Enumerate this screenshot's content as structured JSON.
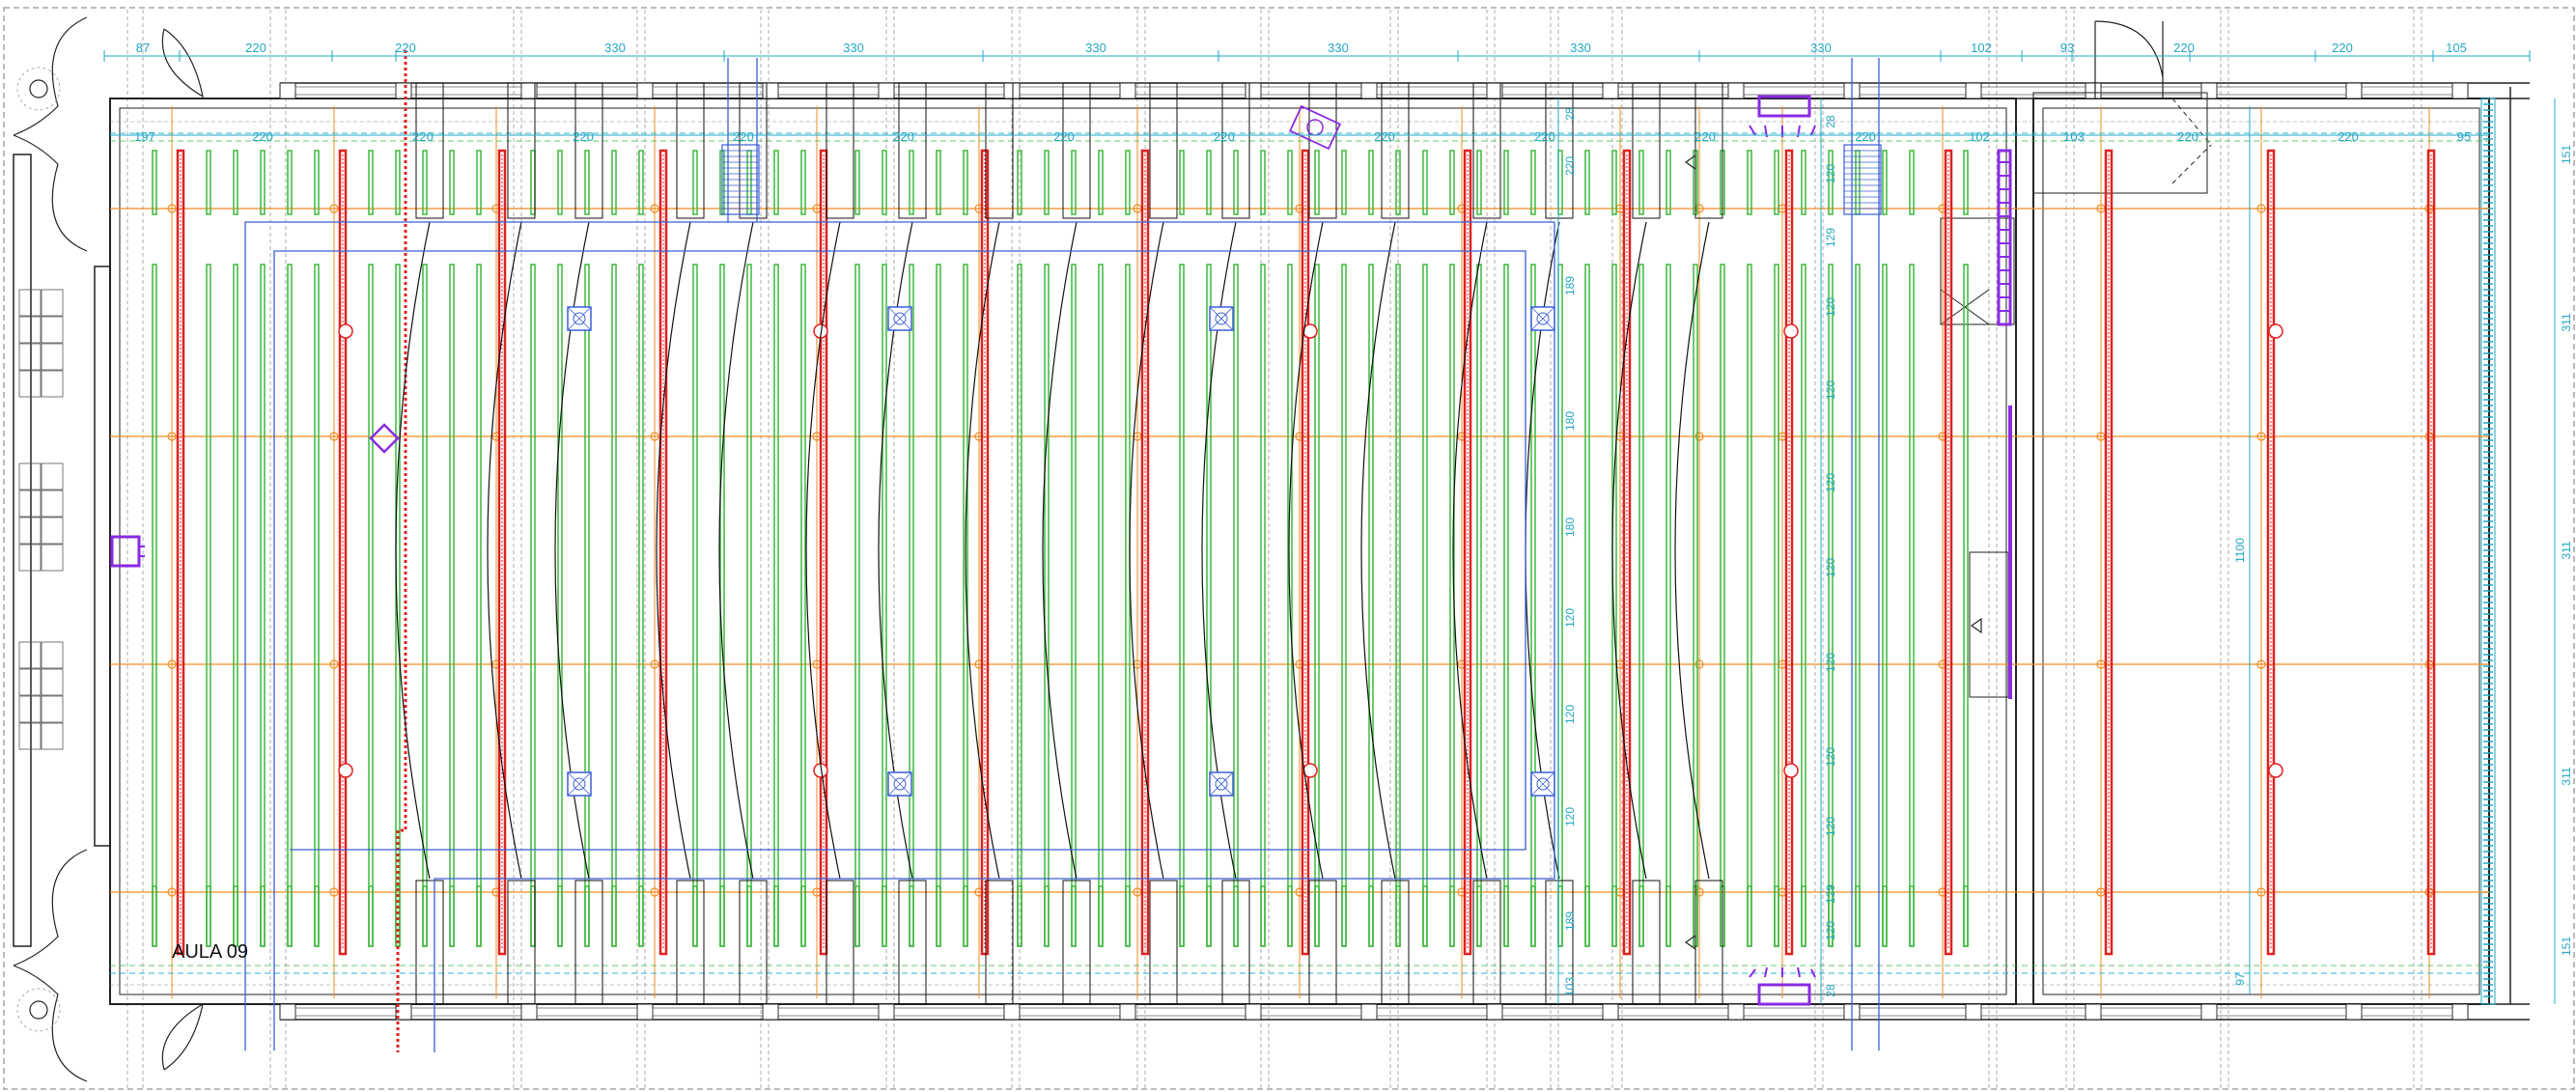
{
  "room_label": "AULA 09",
  "top_dims": [
    "87",
    "220",
    "220",
    "330",
    "330",
    "330",
    "330",
    "330",
    "330",
    "102",
    "93",
    "220",
    "220",
    "105"
  ],
  "inner_dims": [
    "197",
    "220",
    "220",
    "220",
    "220",
    "220",
    "220",
    "220",
    "220",
    "220",
    "220",
    "220",
    "220",
    "102",
    "103",
    "220",
    "220",
    "95"
  ],
  "mid_vdims": [
    "28",
    "220",
    "189",
    "180",
    "180",
    "120",
    "120",
    "120",
    "189",
    "103",
    "28"
  ],
  "right_vdims": [
    "28",
    "120",
    "129",
    "120",
    "120",
    "120",
    "120",
    "120",
    "120",
    "120",
    "129",
    "120",
    "28"
  ],
  "far_right_vdims": [
    "151",
    "311",
    "311",
    "311",
    "151"
  ],
  "section_vdims": [
    "1100",
    "97"
  ],
  "colors": {
    "wall": "#222222",
    "dimension": "#22a8c4",
    "light_fixture_red": "#e02020",
    "light_fixture_green": "#3cb83c",
    "grid_orange": "#f08c1e",
    "duct_blue": "#3a5fd8",
    "equipment_purple": "#8a2be2",
    "desk_row": "#111111",
    "hidden_line": "#888888"
  },
  "icons": [
    "diffuser-icon",
    "detector-icon",
    "speaker-icon",
    "panel-icon",
    "door-swing-icon",
    "diamond-symbol-icon",
    "triangle-marker-icon",
    "circle-marker-icon"
  ]
}
